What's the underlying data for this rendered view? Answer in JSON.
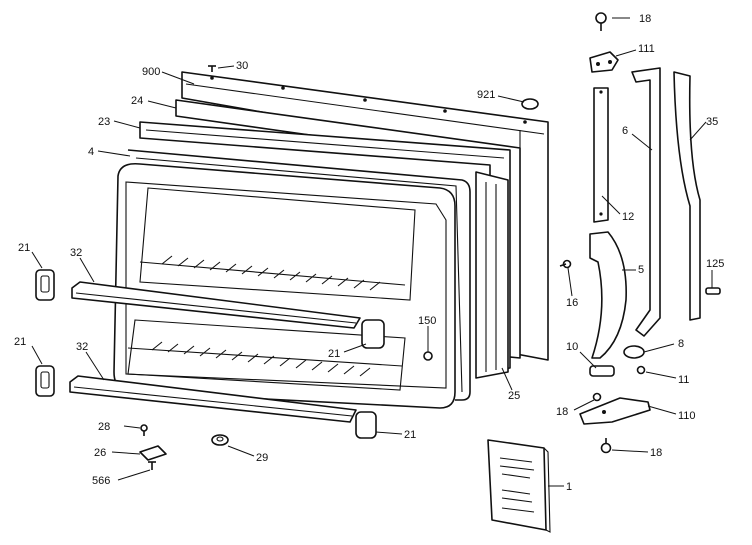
{
  "diagram": {
    "callouts": {
      "p18_top": "18",
      "p111": "111",
      "p30": "30",
      "p900": "900",
      "p921": "921",
      "p24": "24",
      "p23": "23",
      "p6": "6",
      "p35": "35",
      "p4": "4",
      "p12": "12",
      "p21_left_upper": "21",
      "p32_upper": "32",
      "p5": "5",
      "p125": "125",
      "p16": "16",
      "p150": "150",
      "p21_inner": "21",
      "p21_left_lower": "21",
      "p32_lower": "32",
      "p10": "10",
      "p8": "8",
      "p11": "11",
      "p25": "25",
      "p18_mid": "18",
      "p110": "110",
      "p28": "28",
      "p21_right": "21",
      "p26": "26",
      "p29": "29",
      "p18_bottom": "18",
      "p566": "566",
      "p1": "1"
    }
  }
}
